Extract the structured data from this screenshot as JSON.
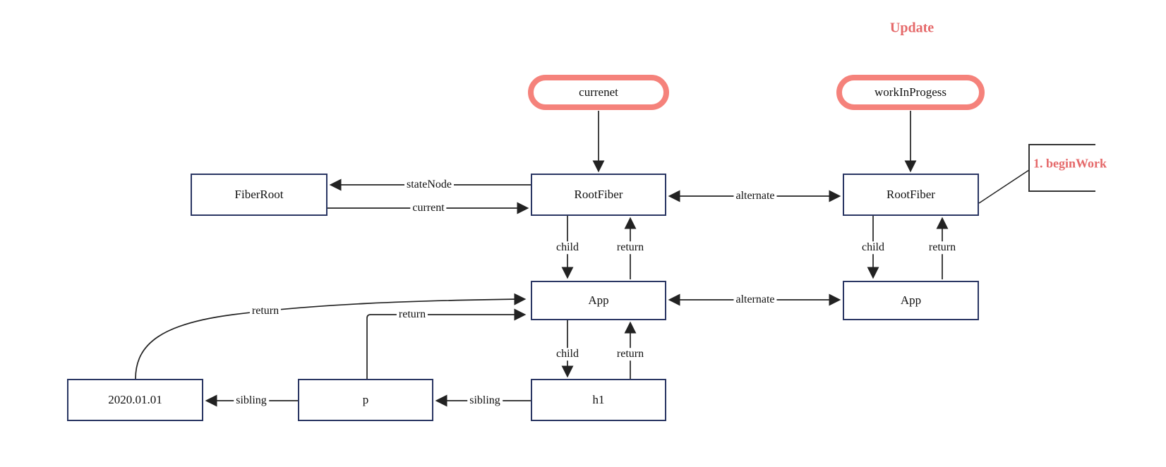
{
  "diagram": {
    "annotations": {
      "update": "Update",
      "begin_work": "1. beginWork"
    },
    "pointers": {
      "current": "currenet",
      "work_in_progress": "workInProgess"
    },
    "nodes": {
      "fiber_root": "FiberRoot",
      "root_fiber_current": "RootFiber",
      "root_fiber_wip": "RootFiber",
      "app_current": "App",
      "app_wip": "App",
      "h1": "h1",
      "p": "p",
      "date": "2020.01.01"
    },
    "edge_labels": {
      "state_node": "stateNode",
      "current": "current",
      "alternate": "alternate",
      "child": "child",
      "return": "return",
      "sibling": "sibling"
    },
    "colors": {
      "accent": "#f5827b",
      "accent_text": "#e5696a",
      "node_border": "#2a3663",
      "line": "#222222",
      "text": "#111111",
      "background": "#ffffff"
    }
  }
}
